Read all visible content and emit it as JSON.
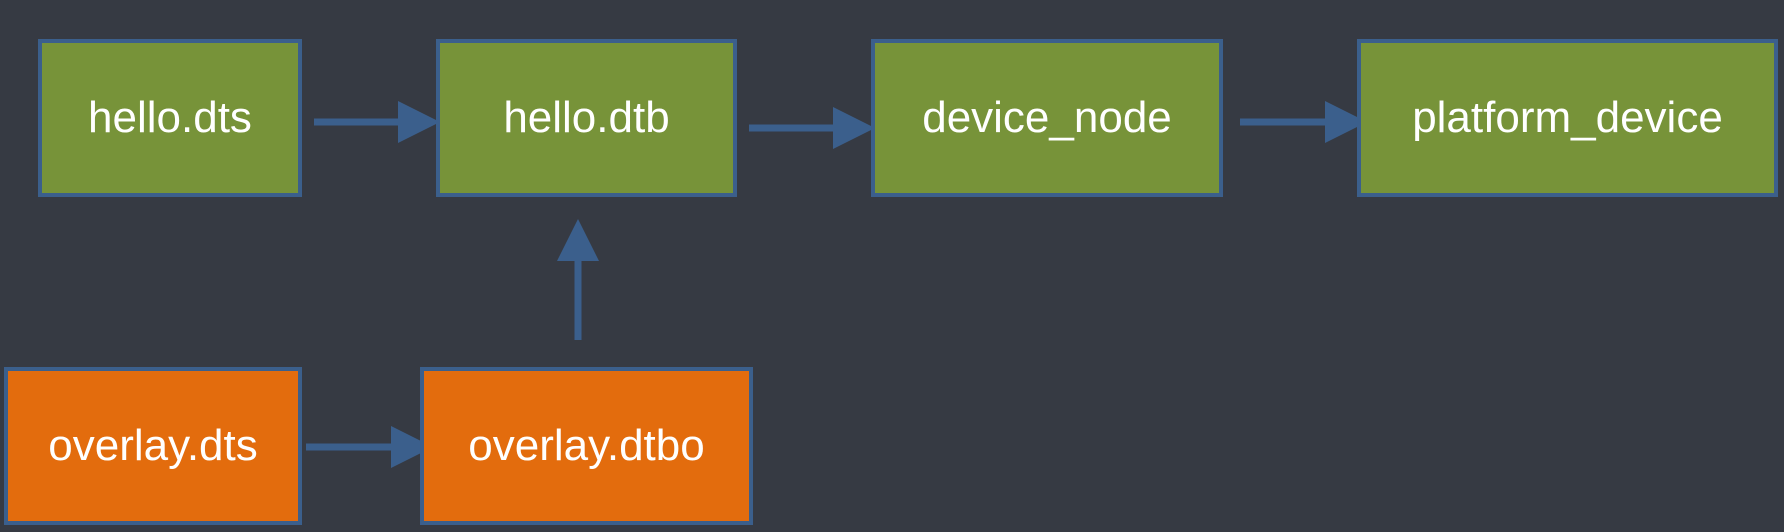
{
  "nodes": {
    "hello_dts": {
      "label": "hello.dts",
      "color": "#779339"
    },
    "hello_dtb": {
      "label": "hello.dtb",
      "color": "#779339"
    },
    "device_node": {
      "label": "device_node",
      "color": "#779339"
    },
    "platform_device": {
      "label": "platform_device",
      "color": "#779339"
    },
    "overlay_dts": {
      "label": "overlay.dts",
      "color": "#e36c0d"
    },
    "overlay_dtbo": {
      "label": "overlay.dtbo",
      "color": "#e36c0d"
    }
  },
  "edges": [
    {
      "from": "hello_dts",
      "to": "hello_dtb"
    },
    {
      "from": "hello_dtb",
      "to": "device_node"
    },
    {
      "from": "device_node",
      "to": "platform_device"
    },
    {
      "from": "overlay_dts",
      "to": "overlay_dtbo"
    },
    {
      "from": "overlay_dtbo",
      "to": "hello_dtb"
    }
  ],
  "colors": {
    "background": "#363a43",
    "border": "#3b5f8c",
    "arrow": "#3b5f8c",
    "text": "#ffffff"
  }
}
